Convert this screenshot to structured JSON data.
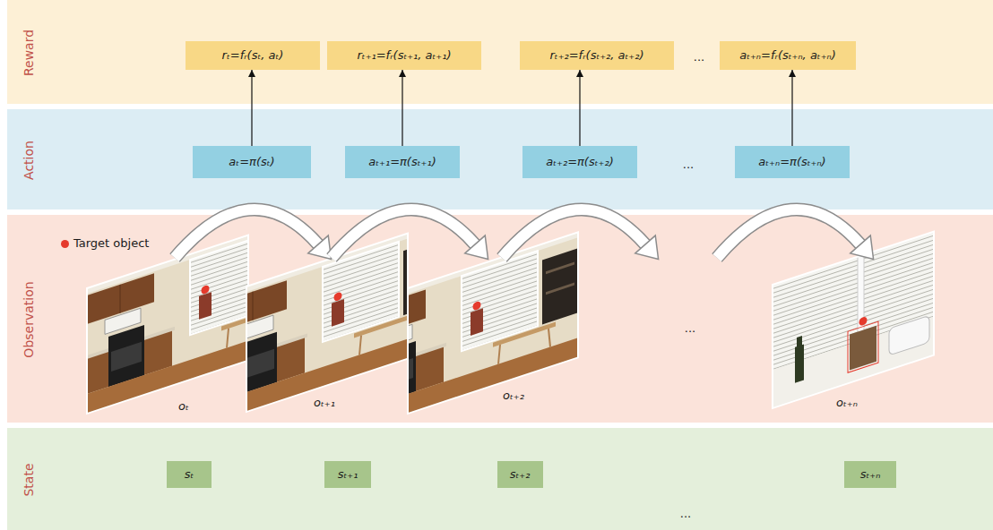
{
  "diagram": {
    "nodes": [
      {
        "text": [
          "Reward"
        ]
      },
      {
        "text": [
          "rₜ=fᵣ(sₜ, aₜ)"
        ],
        "in": 0
      },
      {
        "text": [
          "rₜ₊₁=fᵣ(sₜ₊₁, aₜ₊₁)"
        ],
        "in": 0
      },
      {
        "text": [
          "rₜ₊₂=fᵣ(sₜ₊₂, aₜ₊₂)"
        ],
        "in": 0
      },
      {
        "text": [
          "aₜ₊ₙ=fᵣ(sₜ₊ₙ, aₜ₊ₙ)"
        ],
        "in": 0
      },
      {
        "text": [
          "Action"
        ]
      },
      {
        "text": [
          "aₜ=π(sₜ)"
        ],
        "in": 5
      },
      {
        "text": [
          "aₜ₊₁=π(sₜ₊₁)"
        ],
        "in": 5
      },
      {
        "text": [
          "aₜ₊₂=π(sₜ₊₂)"
        ],
        "in": 5
      },
      {
        "text": [
          "aₜ₊ₙ=π(sₜ₊ₙ)"
        ],
        "in": 5
      },
      {
        "text": [
          "Observation"
        ]
      },
      {
        "text": [
          "State"
        ]
      },
      {
        "text": [
          "sₜ"
        ],
        "in": 11
      },
      {
        "text": [
          "sₜ₊₁"
        ],
        "in": 11
      },
      {
        "text": [
          "sₜ₊₂"
        ],
        "in": 11
      },
      {
        "text": [
          "sₜ₊ₙ"
        ],
        "in": 11
      }
    ],
    "edges": [
      {
        "from": 6,
        "to": 1,
        "arrow": "to"
      },
      {
        "from": 7,
        "to": 2,
        "arrow": "to"
      },
      {
        "from": 8,
        "to": 3,
        "arrow": "to"
      },
      {
        "from": 9,
        "to": 4,
        "arrow": "to"
      }
    ],
    "labels": [
      "...",
      "...",
      "...",
      "oₜ",
      "oₜ₊₁",
      "oₜ₊₂",
      "oₜ₊ₙ",
      "..."
    ],
    "legend": [
      {
        "text": "Target object",
        "color": "#e53a2c"
      }
    ]
  }
}
